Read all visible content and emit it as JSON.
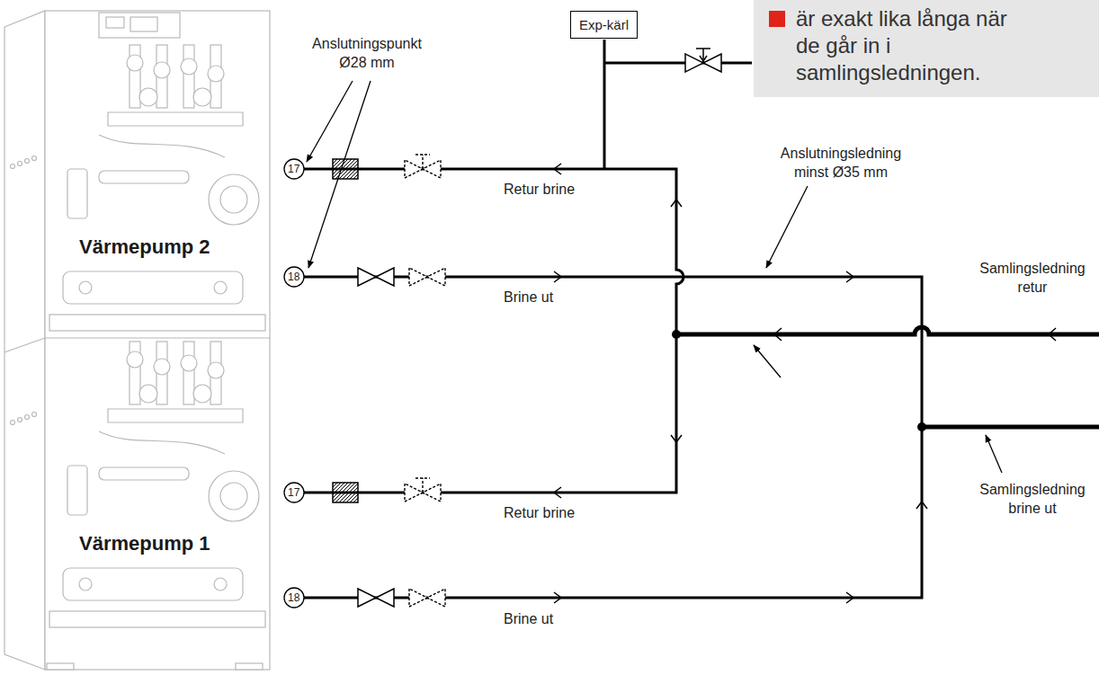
{
  "diagram": {
    "nodes": [
      {
        "text": [
          "Värmepump 2"
        ]
      },
      {
        "text": [
          "Exp-kärl"
        ]
      },
      {
        "text": [
          "är exakt lika långa när de går in i samlingsledningen."
        ]
      },
      {
        "text": [
          "Värmepump 1"
        ]
      }
    ],
    "labels": [
      "Anslutningspunkt Ø28 mm",
      "17",
      "18",
      "Retur brine",
      "Brine ut",
      "Anslutningsledning minst Ø35 mm",
      "Samlingsledning retur",
      "17",
      "Retur brine",
      "Samlingsledning brine ut",
      "18",
      "Brine ut"
    ]
  }
}
